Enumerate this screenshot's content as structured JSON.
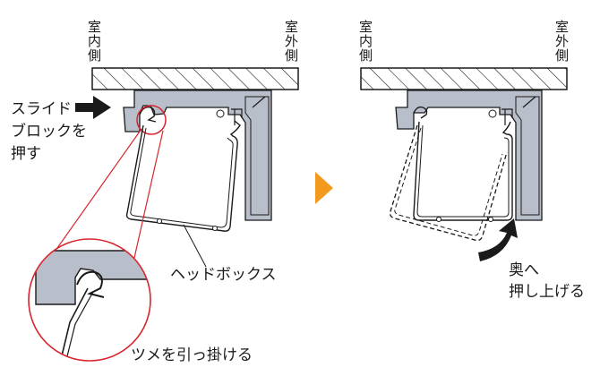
{
  "labels": {
    "indoor_left": "室内側",
    "outdoor_left": "室外側",
    "indoor_right": "室内側",
    "outdoor_right": "室外側",
    "slide_block_line1": "スライド",
    "slide_block_line2": "ブロックを",
    "slide_block_line3": "押す",
    "head_box": "ヘッドボックス",
    "hook_claw": "ツメを引っ掛ける",
    "push_up_line1": "奥へ",
    "push_up_line2": "押し上げる"
  },
  "colors": {
    "bracket_fill": "#b9bfca",
    "line": "#1a1a1a",
    "callout_red": "#d9252e",
    "step_arrow": "#f39a1e",
    "push_arrow": "#1a1a1a"
  }
}
